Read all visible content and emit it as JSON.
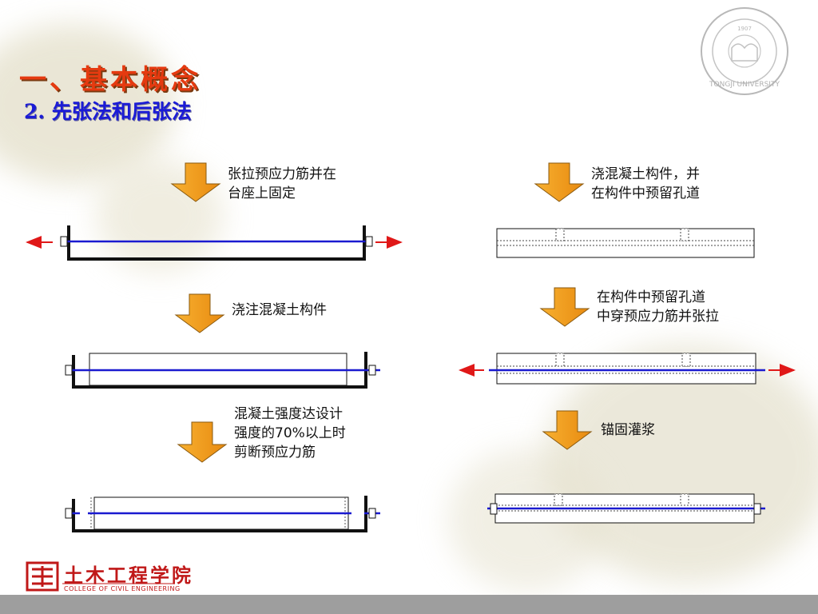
{
  "title": {
    "heading": "一、基本概念",
    "subheading": "2. 先张法和后张法"
  },
  "pretension_steps": [
    {
      "label": "张拉预应力筋并在\n台座上固定"
    },
    {
      "label": "浇注混凝土构件"
    },
    {
      "label": "混凝土强度达设计\n强度的70%以上时\n剪断预应力筋"
    }
  ],
  "posttension_steps": [
    {
      "label": "浇混凝土构件，并\n在构件中预留孔道"
    },
    {
      "label": "在构件中预留孔道\n中穿预应力筋并张拉"
    },
    {
      "label": "锚固灌浆"
    }
  ],
  "logo": {
    "college_cn": "土木工程学院",
    "college_en": "COLLEGE OF CIVIL ENGINEERING"
  },
  "seal": {
    "text": "TONGJI UNIVERSITY",
    "year": "1907"
  },
  "colors": {
    "heading": "#e53a10",
    "subheading": "#1b1bd6",
    "tendon": "#1a1ad0",
    "force_arrow": "#e01818",
    "step_arrow_fill": "#f5a020",
    "logo": "#c01818"
  }
}
